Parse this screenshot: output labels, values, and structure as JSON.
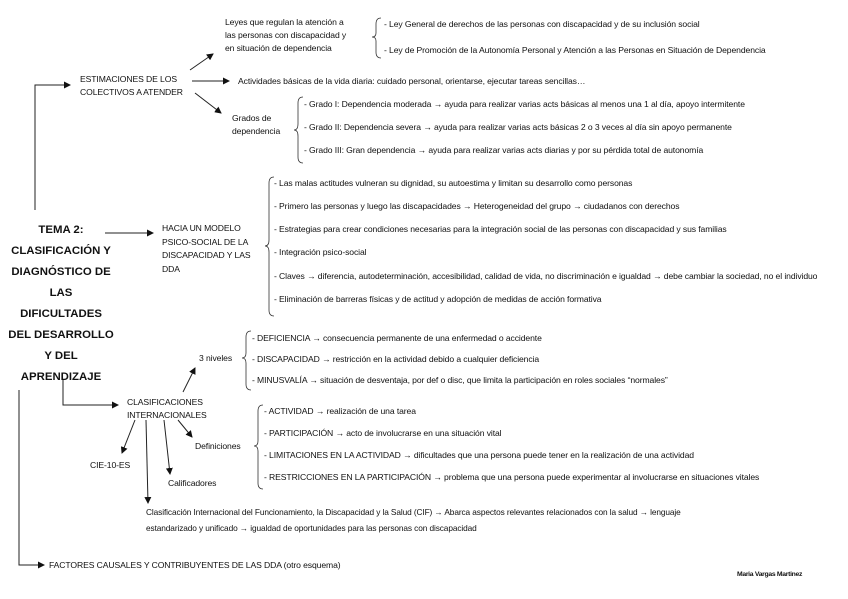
{
  "title": {
    "lines": [
      "TEMA 2:",
      "CLASIFICACIÓN Y",
      "DIAGNÓSTICO DE",
      "LAS",
      "DIFICULTADES",
      "DEL DESARROLLO",
      "Y DEL",
      "APRENDIZAJE"
    ]
  },
  "estimaciones": {
    "label_line1": "ESTIMACIONES DE LOS",
    "label_line2": "COLECTIVOS A ATENDER",
    "leyes": {
      "label_line1": "Leyes que regulan la atención a",
      "label_line2": "las personas con discapacidad y",
      "label_line3": "en situación de dependencia",
      "items": [
        "- Ley General de derechos de las personas con discapacidad y de su inclusión social",
        "- Ley de Promoción de la Autonomía Personal y Atención a las Personas en Situación de Dependencia"
      ]
    },
    "actividades": "Actividades básicas de la vida diaria: cuidado personal, orientarse, ejecutar tareas sencillas…",
    "grados": {
      "label_line1": "Grados de",
      "label_line2": "dependencia",
      "items": [
        "- Grado I: Dependencia moderada → ayuda para realizar varias acts básicas al menos una 1 al día, apoyo intermitente",
        "- Grado II: Dependencia severa → ayuda para realizar varias acts básicas 2 o 3 veces al día sin apoyo permanente",
        "- Grado III: Gran dependencia → ayuda para realizar varias acts diarias y por su pérdida total de autonomía"
      ]
    }
  },
  "modelo": {
    "label_line1": "HACIA UN MODELO",
    "label_line2": "PSICO-SOCIAL DE LA",
    "label_line3": "DISCAPACIDAD Y LAS",
    "label_line4": "DDA",
    "items": [
      "- Las malas actitudes vulneran su dignidad, su autoestima y limitan su desarrollo como personas",
      "- Primero las personas y luego las discapacidades → Heterogeneidad del grupo → ciudadanos con derechos",
      "- Estrategias para crear condiciones necesarias para la integración social de las personas con discapacidad y sus familias",
      "- Integración psico-social",
      "- Claves → diferencia, autodeterminación, accesibilidad, calidad de vida, no discriminación e igualdad → debe cambiar la sociedad, no el individuo",
      "- Eliminación de barreras físicas y de actitud y adopción de medidas de acción formativa"
    ]
  },
  "clasificaciones": {
    "label_line1": "CLASIFICACIONES",
    "label_line2": "INTERNACIONALES",
    "niveles": {
      "label": "3 niveles",
      "items": [
        "- DEFICIENCIA → consecuencia permanente de una enfermedad o accidente",
        "- DISCAPACIDAD → restricción en la actividad debido a cualquier deficiencia",
        "- MINUSVALÍA → situación de desventaja, por def o disc, que limita la participación en roles sociales “normales”"
      ]
    },
    "definiciones": {
      "label": "Definiciones",
      "items": [
        "- ACTIVIDAD → realización de una tarea",
        "- PARTICIPACIÓN → acto de involucrarse en una situación vital",
        "- LIMITACIONES EN LA ACTIVIDAD → dificultades que una persona puede tener en la realización de una actividad",
        "- RESTRICCIONES EN LA PARTICIPACIÓN → problema que una persona puede experimentar al involucrarse en situaciones vitales"
      ]
    },
    "cie": "CIE-10-ES",
    "calificadores": "Calificadores",
    "cif_line1": "Clasificación Internacional del Funcionamiento, la Discapacidad y la Salud (CIF) → Abarca aspectos relevantes relacionados con la salud → lenguaje",
    "cif_line2": "estandarizado y unificado → igualdad de oportunidades para las personas con discapacidad"
  },
  "factores": "FACTORES CAUSALES Y CONTRIBUYENTES DE LAS DDA (otro esquema)",
  "author": "Maria Vargas Martinez"
}
